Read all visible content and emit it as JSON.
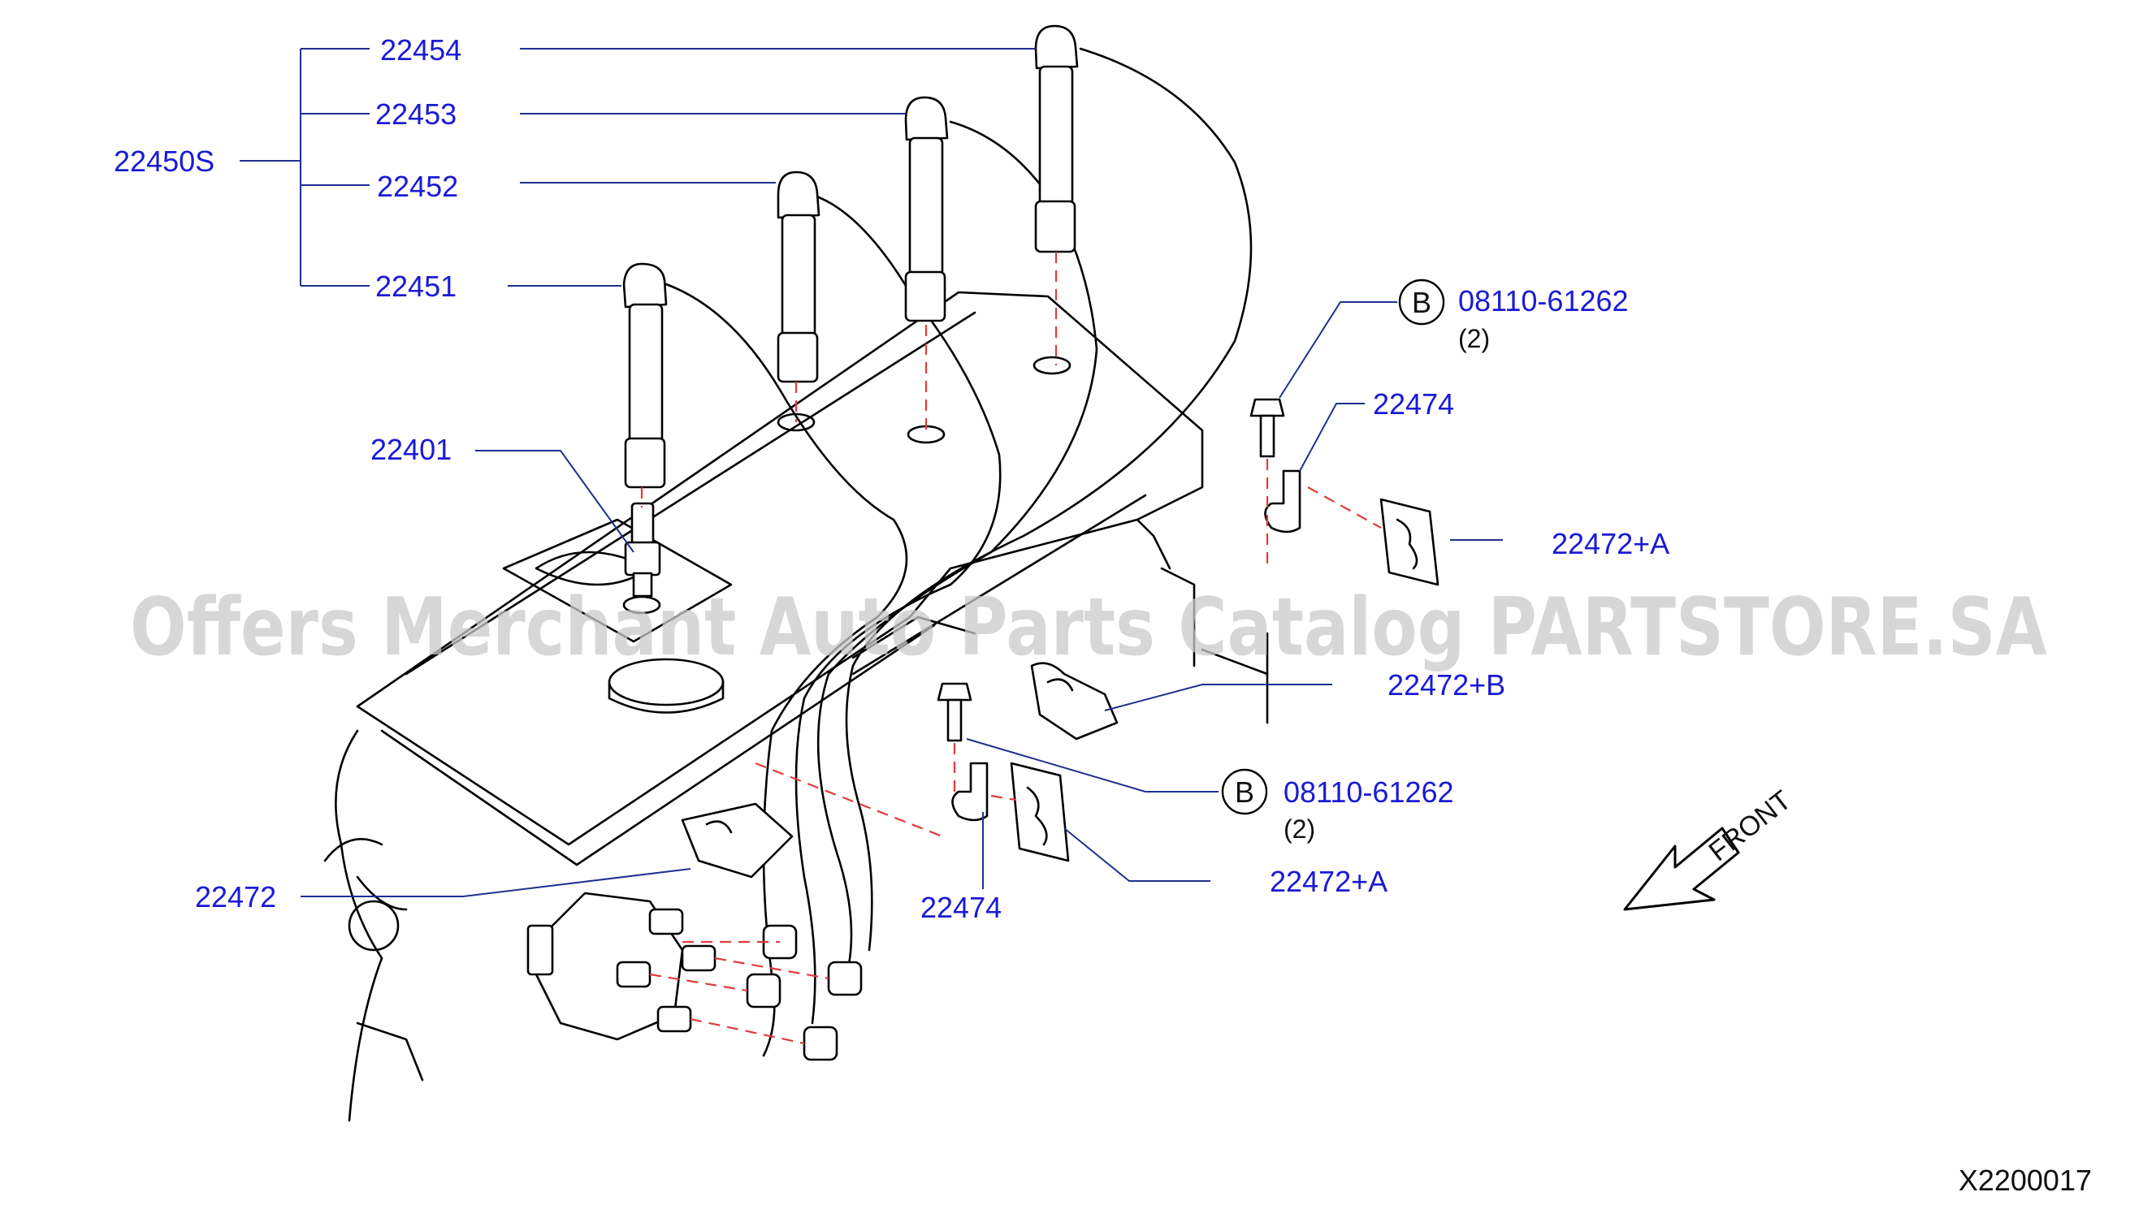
{
  "watermark": "Offers Merchant Auto Parts Catalog PARTSTORE.SA",
  "diagram_ref": "X2200017",
  "front_label": "FRONT",
  "labels": {
    "p22454": "22454",
    "p22453": "22453",
    "p22452": "22452",
    "p22451": "22451",
    "p22450S": "22450S",
    "p22401": "22401",
    "bolt_top": "08110-61262",
    "bolt_top_qty": "(2)",
    "bolt_bottom": "08110-61262",
    "bolt_bottom_qty": "(2)",
    "p22474_top": "22474",
    "p22474_bottom": "22474",
    "p22472A_top": "22472+A",
    "p22472B": "22472+B",
    "p22472A_bottom": "22472+A",
    "p22472": "22472"
  },
  "bolt_marker": "B",
  "colors": {
    "label": "#1a1ad6",
    "leader": "#1f2f8f",
    "dash": "#e23b3b",
    "watermark": "#c9c9c9"
  }
}
